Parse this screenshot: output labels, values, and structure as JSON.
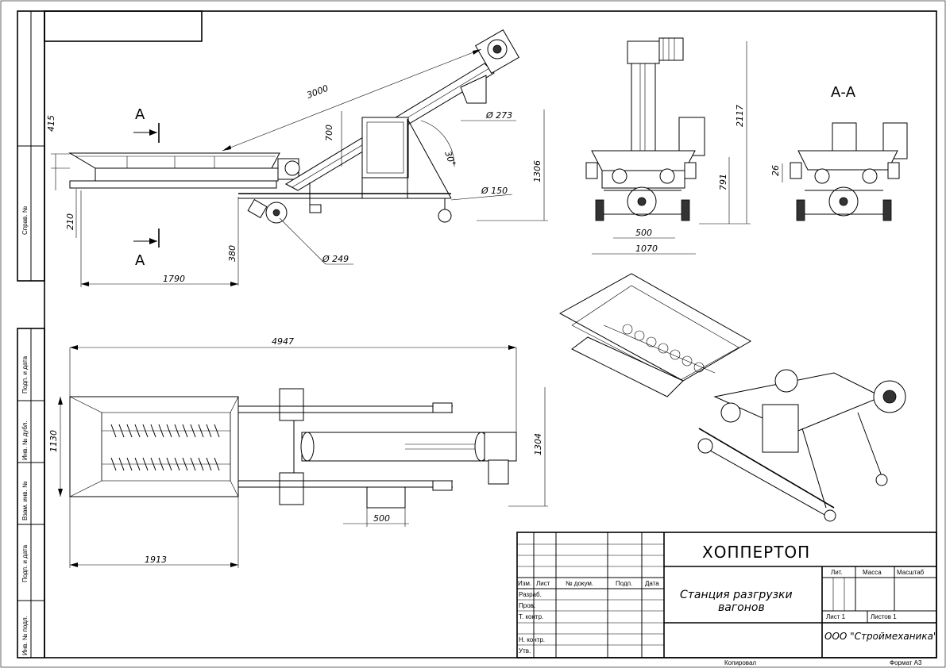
{
  "title_block": {
    "company_code": "ХОППЕРТОП",
    "drawing_name_line1": "Станция разгрузки",
    "drawing_name_line2": "вагонов",
    "organization": "ООО \"Строймеханика\"",
    "col_izm": "Изм.",
    "col_list": "Лист",
    "col_doc": "№ докум.",
    "col_sign": "Подп.",
    "col_date": "Дата",
    "row_razrab": "Разраб.",
    "row_prov": "Пров.",
    "row_tkontr": "Т. контр.",
    "row_nkontr": "Н. контр.",
    "row_utv": "Утв.",
    "lit": "Лит.",
    "mass": "Масса",
    "scale": "Масштаб",
    "sheet": "Лист 1",
    "sheets": "Листов 1",
    "copied": "Копировал",
    "format": "Формат А3"
  },
  "side_stamps": {
    "sprav": "Справ. №",
    "podp_data_1": "Подп. и дата",
    "inv_dubl": "Инв. № дубл.",
    "vzam_inv": "Взам. инв. №",
    "podp_data_2": "Подп. и дата",
    "inv_podl": "Инв. № подл."
  },
  "section_marks": {
    "a_top": "А",
    "a_bottom": "А",
    "aa": "А-А"
  },
  "dimensions": {
    "d3000": "3000",
    "d415": "415",
    "d700": "700",
    "d273": "Ø 273",
    "d30": "30°",
    "d1306": "1306",
    "d150": "Ø 150",
    "d210": "210",
    "d380": "380",
    "d249": "Ø 249",
    "d1790": "1790",
    "d2117": "2117",
    "d791": "791",
    "d500_front": "500",
    "d1070": "1070",
    "d26": "26",
    "d4947": "4947",
    "d1130": "1130",
    "d1304": "1304",
    "d500_plan": "500",
    "d1913": "1913"
  },
  "colors": {
    "line": "#000000",
    "paper": "#ffffff"
  }
}
